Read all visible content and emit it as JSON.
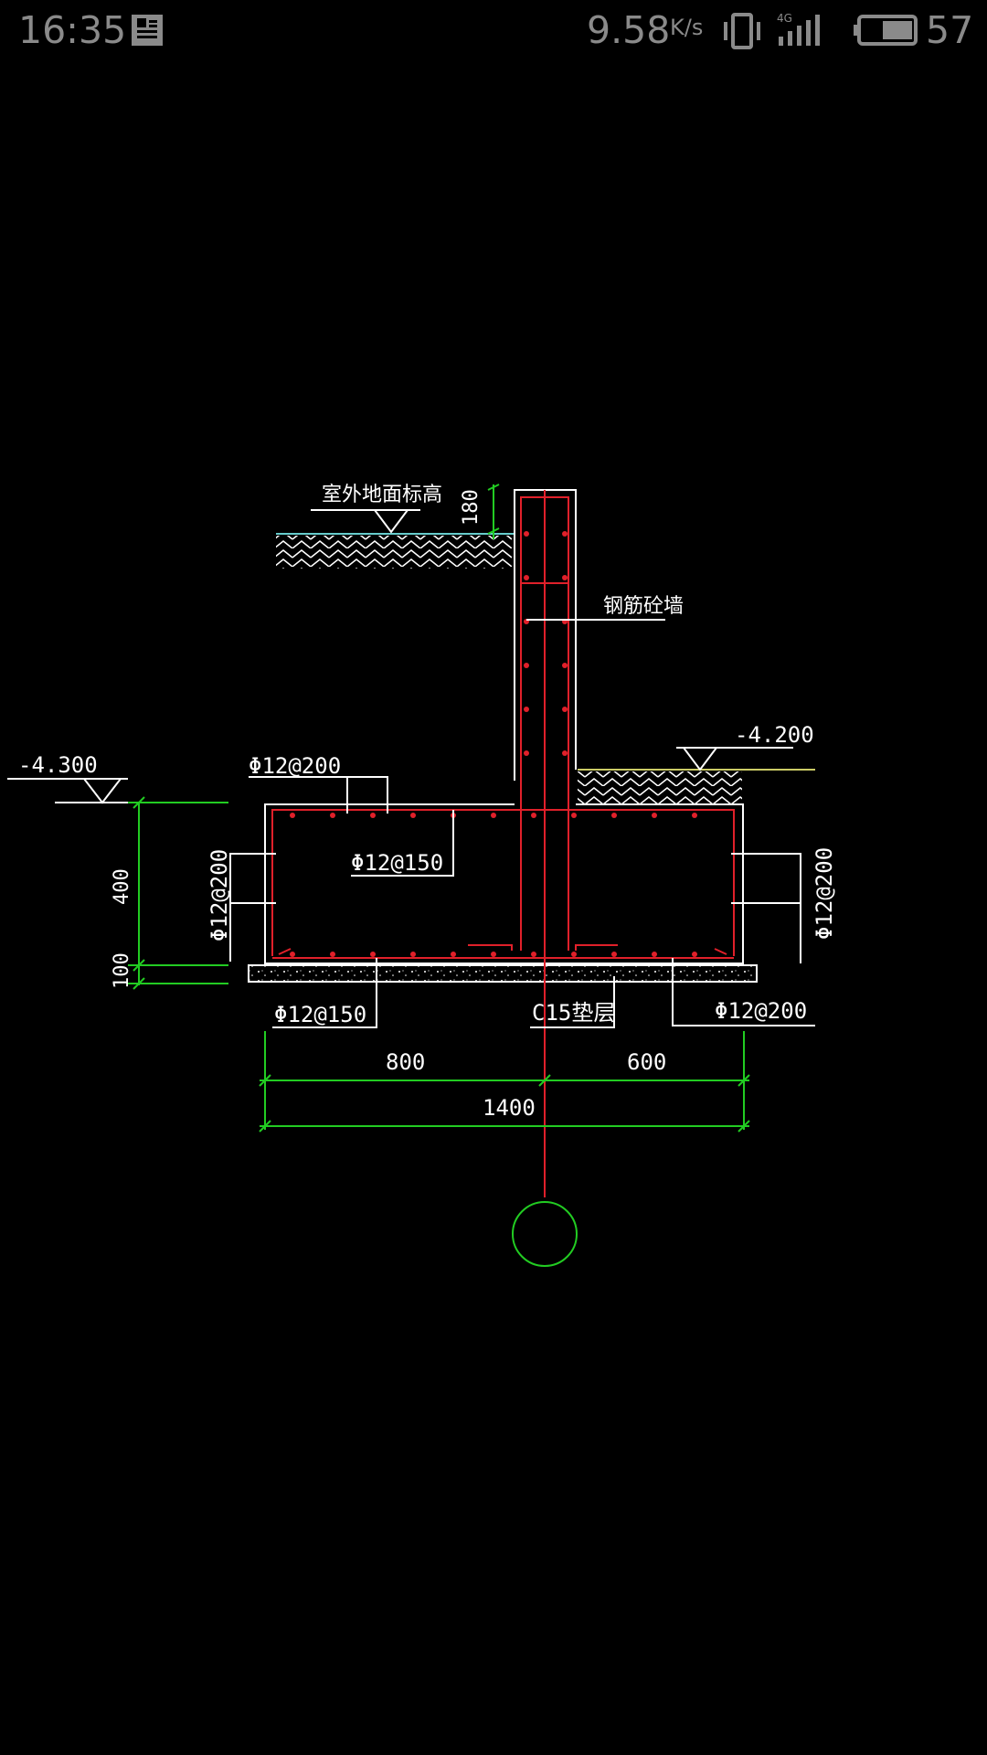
{
  "status_bar": {
    "time": "16:35",
    "network_speed": "9.58",
    "network_speed_unit": "K/s",
    "network_type": "4G",
    "battery_percent": "57",
    "icons": [
      "notification-doc-icon",
      "vibrate-icon",
      "signal-icon",
      "battery-icon"
    ]
  },
  "drawing": {
    "background": "#000000",
    "colors": {
      "outline": "#ffffff",
      "rebar": "#e0202a",
      "dimension": "#22cc22",
      "axis_line": "#e0202a",
      "ground_line_left": "#66cccc",
      "ground_line_right": "#cccc66"
    },
    "labels": {
      "outdoor_ground_level": "室外地面标高",
      "dim_180": "180",
      "wall_name": "钢筋砼墙",
      "elev_right": "-4.200",
      "elev_left": "-4.300",
      "rebar_top": "Φ12@200",
      "rebar_mid": "Φ12@150",
      "rebar_left_side": "Φ12@200",
      "rebar_right_side": "Φ12@200",
      "dim_400": "400",
      "dim_100": "100",
      "rebar_bottom_left": "Φ12@150",
      "cushion": "C15垫层",
      "rebar_bottom_right": "Φ12@200",
      "dim_800": "800",
      "dim_600": "600",
      "dim_1400": "1400"
    }
  }
}
